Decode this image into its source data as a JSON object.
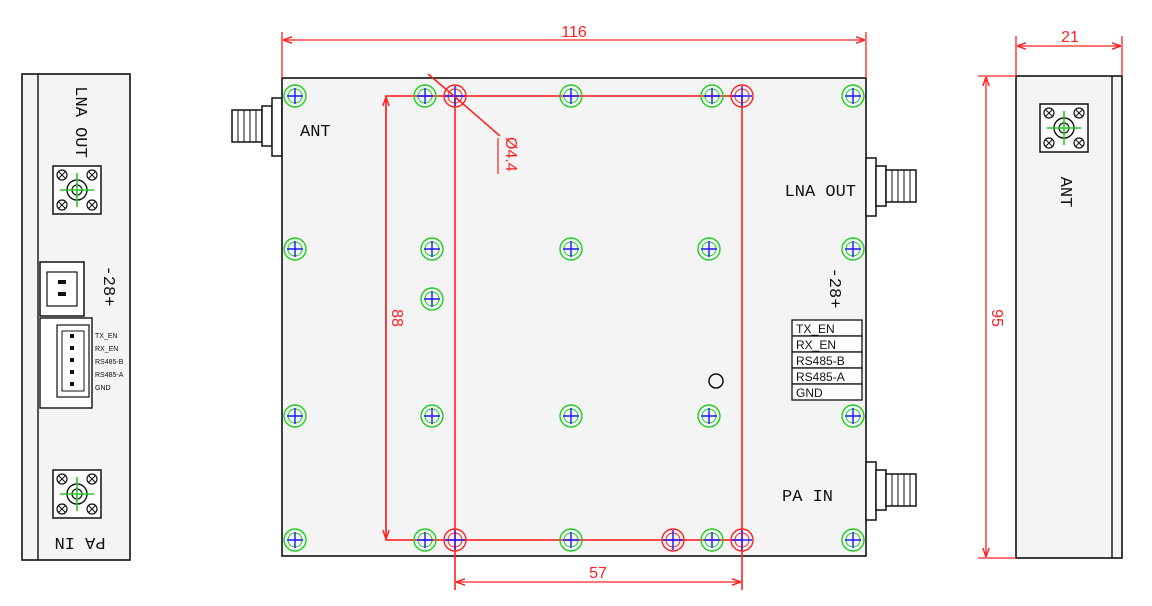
{
  "colors": {
    "outline": "#111111",
    "body_fill": "#f4f4f4",
    "dimension": "#ff2020",
    "hole_ring": "#22cc22",
    "hole_cross": "#1a1aff"
  },
  "dimensions": {
    "width": "116",
    "depth": "21",
    "height": "95",
    "inner_height": "88",
    "inner_width": "57",
    "hole_diameter": "Ø4.4"
  },
  "connectors": {
    "ant": "ANT",
    "lna_out": "LNA OUT",
    "pa_in": "PA IN",
    "power": "-28+"
  },
  "signal_pins": [
    "TX_EN",
    "RX_EN",
    "RS485-B",
    "RS485-A",
    "GND"
  ]
}
